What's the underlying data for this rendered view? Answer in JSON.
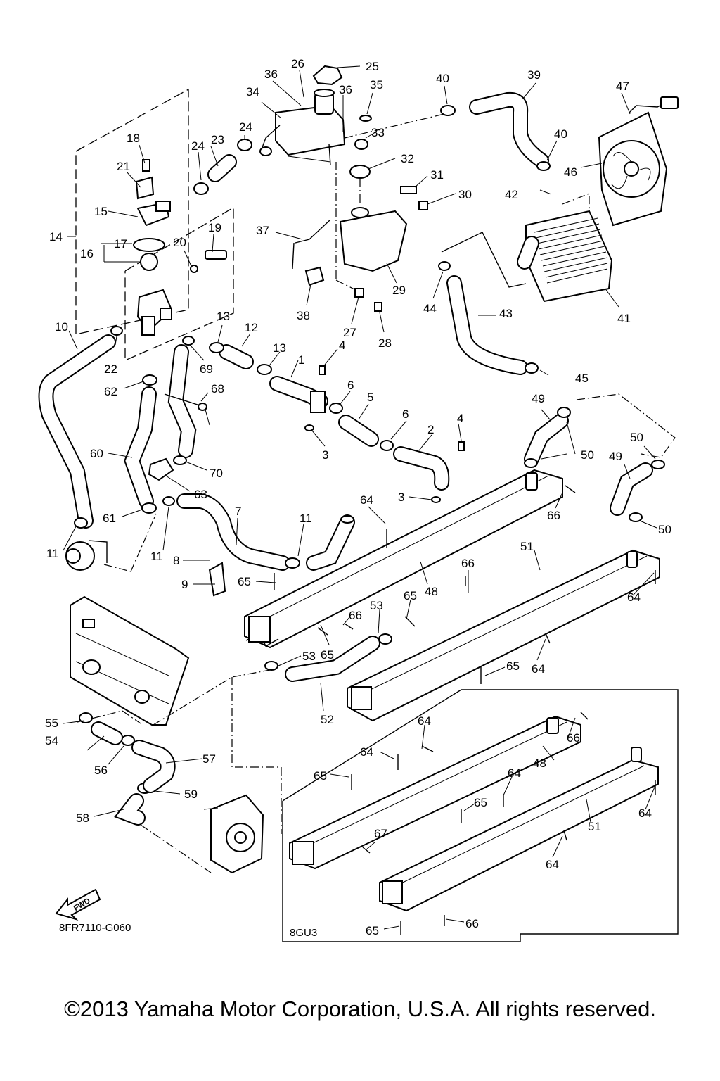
{
  "diagram": {
    "drawing_code": "8FR7110-G060",
    "variant_code": "8GU3",
    "fwd_label": "FWD",
    "copyright": "©2013 Yamaha Motor Corporation, U.S.A. All rights reserved."
  },
  "callouts": [
    {
      "id": "c1",
      "text": "1"
    },
    {
      "id": "c2",
      "text": "2"
    },
    {
      "id": "c3a",
      "text": "3"
    },
    {
      "id": "c3b",
      "text": "3"
    },
    {
      "id": "c4a",
      "text": "4"
    },
    {
      "id": "c4b",
      "text": "4"
    },
    {
      "id": "c5",
      "text": "5"
    },
    {
      "id": "c6a",
      "text": "6"
    },
    {
      "id": "c6b",
      "text": "6"
    },
    {
      "id": "c7",
      "text": "7"
    },
    {
      "id": "c8",
      "text": "8"
    },
    {
      "id": "c9",
      "text": "9"
    },
    {
      "id": "c10",
      "text": "10"
    },
    {
      "id": "c11a",
      "text": "11"
    },
    {
      "id": "c11b",
      "text": "11"
    },
    {
      "id": "c11c",
      "text": "11"
    },
    {
      "id": "c12",
      "text": "12"
    },
    {
      "id": "c13a",
      "text": "13"
    },
    {
      "id": "c13b",
      "text": "13"
    },
    {
      "id": "c14",
      "text": "14"
    },
    {
      "id": "c15",
      "text": "15"
    },
    {
      "id": "c16",
      "text": "16"
    },
    {
      "id": "c17",
      "text": "17"
    },
    {
      "id": "c18",
      "text": "18"
    },
    {
      "id": "c19",
      "text": "19"
    },
    {
      "id": "c20",
      "text": "20"
    },
    {
      "id": "c21",
      "text": "21"
    },
    {
      "id": "c22",
      "text": "22"
    },
    {
      "id": "c23",
      "text": "23"
    },
    {
      "id": "c24a",
      "text": "24"
    },
    {
      "id": "c24b",
      "text": "24"
    },
    {
      "id": "c25",
      "text": "25"
    },
    {
      "id": "c26",
      "text": "26"
    },
    {
      "id": "c27",
      "text": "27"
    },
    {
      "id": "c28",
      "text": "28"
    },
    {
      "id": "c29",
      "text": "29"
    },
    {
      "id": "c30",
      "text": "30"
    },
    {
      "id": "c31",
      "text": "31"
    },
    {
      "id": "c32",
      "text": "32"
    },
    {
      "id": "c33",
      "text": "33"
    },
    {
      "id": "c34",
      "text": "34"
    },
    {
      "id": "c35",
      "text": "35"
    },
    {
      "id": "c36a",
      "text": "36"
    },
    {
      "id": "c36b",
      "text": "36"
    },
    {
      "id": "c37",
      "text": "37"
    },
    {
      "id": "c38",
      "text": "38"
    },
    {
      "id": "c39",
      "text": "39"
    },
    {
      "id": "c40a",
      "text": "40"
    },
    {
      "id": "c40b",
      "text": "40"
    },
    {
      "id": "c41",
      "text": "41"
    },
    {
      "id": "c42",
      "text": "42"
    },
    {
      "id": "c43",
      "text": "43"
    },
    {
      "id": "c44",
      "text": "44"
    },
    {
      "id": "c45",
      "text": "45"
    },
    {
      "id": "c46",
      "text": "46"
    },
    {
      "id": "c47",
      "text": "47"
    },
    {
      "id": "c48a",
      "text": "48"
    },
    {
      "id": "c48b",
      "text": "48"
    },
    {
      "id": "c49a",
      "text": "49"
    },
    {
      "id": "c49b",
      "text": "49"
    },
    {
      "id": "c50a",
      "text": "50"
    },
    {
      "id": "c50b",
      "text": "50"
    },
    {
      "id": "c50c",
      "text": "50"
    },
    {
      "id": "c51a",
      "text": "51"
    },
    {
      "id": "c51b",
      "text": "51"
    },
    {
      "id": "c52",
      "text": "52"
    },
    {
      "id": "c53a",
      "text": "53"
    },
    {
      "id": "c53b",
      "text": "53"
    },
    {
      "id": "c54",
      "text": "54"
    },
    {
      "id": "c55",
      "text": "55"
    },
    {
      "id": "c56",
      "text": "56"
    },
    {
      "id": "c57",
      "text": "57"
    },
    {
      "id": "c58",
      "text": "58"
    },
    {
      "id": "c59",
      "text": "59"
    },
    {
      "id": "c60",
      "text": "60"
    },
    {
      "id": "c61",
      "text": "61"
    },
    {
      "id": "c62",
      "text": "62"
    },
    {
      "id": "c63",
      "text": "63"
    },
    {
      "id": "c64a",
      "text": "64"
    },
    {
      "id": "c64b",
      "text": "64"
    },
    {
      "id": "c64c",
      "text": "64"
    },
    {
      "id": "c64d",
      "text": "64"
    },
    {
      "id": "c64e",
      "text": "64"
    },
    {
      "id": "c64f",
      "text": "64"
    },
    {
      "id": "c64g",
      "text": "64"
    },
    {
      "id": "c64h",
      "text": "64"
    },
    {
      "id": "c65a",
      "text": "65"
    },
    {
      "id": "c65b",
      "text": "65"
    },
    {
      "id": "c65c",
      "text": "65"
    },
    {
      "id": "c65d",
      "text": "65"
    },
    {
      "id": "c65e",
      "text": "65"
    },
    {
      "id": "c65f",
      "text": "65"
    },
    {
      "id": "c65g",
      "text": "65"
    },
    {
      "id": "c66a",
      "text": "66"
    },
    {
      "id": "c66b",
      "text": "66"
    },
    {
      "id": "c66c",
      "text": "66"
    },
    {
      "id": "c66d",
      "text": "66"
    },
    {
      "id": "c66e",
      "text": "66"
    },
    {
      "id": "c67",
      "text": "67"
    },
    {
      "id": "c68",
      "text": "68"
    },
    {
      "id": "c69",
      "text": "69"
    },
    {
      "id": "c70",
      "text": "70"
    }
  ]
}
